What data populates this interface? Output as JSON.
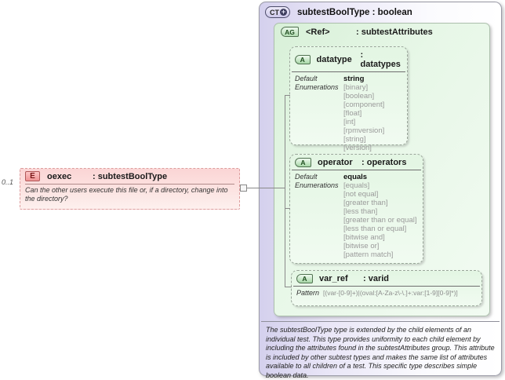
{
  "element": {
    "cardinality": "0..1",
    "icon": "E",
    "name": "oexec",
    "type": ": subtestBoolType",
    "annotation": "Can the other users execute this file or, if a directory, change into the directory?"
  },
  "labels": {
    "default": "Default",
    "enumerations": "Enumerations",
    "pattern": "Pattern"
  },
  "complex_type": {
    "icon": "CT",
    "plus": "+",
    "title": "subtestBoolType : boolean",
    "annotation": "The subtestBoolType type is extended by the child elements of an individual test.  This type provides uniformity to each child element by including the attributes found in the subtestAttributes group.  This attribute is included by other subtest types and makes the same list of attributes available to all children of a test.  This specific type describes simple boolean data.",
    "attribute_group": {
      "icon": "AG",
      "name": "<Ref>",
      "type": ": subtestAttributes",
      "attributes": [
        {
          "icon": "A",
          "name": "datatype",
          "type": ": datatypes",
          "default": "string",
          "enumerations": [
            "[binary]",
            "[boolean]",
            "[component]",
            "[float]",
            "[int]",
            "[rpmversion]",
            "[string]",
            "[version]"
          ]
        },
        {
          "icon": "A",
          "name": "operator",
          "type": ": operators",
          "default": "equals",
          "enumerations": [
            "[equals]",
            "[not equal]",
            "[greater than]",
            "[less than]",
            "[greater than or equal]",
            "[less than or equal]",
            "[bitwise and]",
            "[bitwise or]",
            "[pattern match]"
          ]
        },
        {
          "icon": "A",
          "name": "var_ref",
          "type": ": varid",
          "pattern": "[(var-[0-9]+)|(oval:[A-Za-z\\-\\.]+:var:[1-9][0-9]*)]"
        }
      ]
    }
  }
}
